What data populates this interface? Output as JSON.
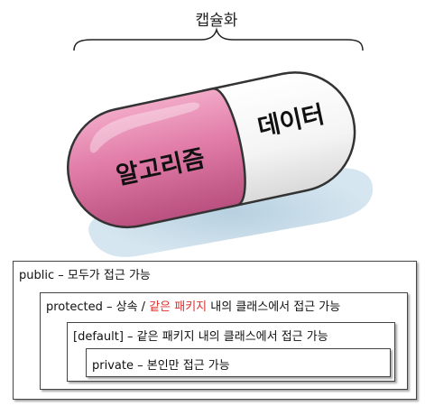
{
  "figure": {
    "brace_label": "캡슐화",
    "left_half_label": "알고리즘",
    "right_half_label": "데이터",
    "colors": {
      "left_half": "#e07aa6",
      "right_half": "#ffffff",
      "shadow": "#c9dce8",
      "text": "#111111"
    }
  },
  "access_levels": [
    {
      "keyword": "public",
      "dash": " – ",
      "desc": "모두가 접근 가능"
    },
    {
      "keyword": "protected",
      "dash": " – ",
      "desc_before": "상속 / ",
      "desc_highlight": "같은 패키지",
      "desc_after": " 내의 클래스에서 접근 가능",
      "highlight_color": "#e03030"
    },
    {
      "keyword": "[default]",
      "dash": " – ",
      "desc": "같은 패키지 내의 클래스에서 접근 가능"
    },
    {
      "keyword": "private",
      "dash": " – ",
      "desc": "본인만 접근 가능"
    }
  ]
}
